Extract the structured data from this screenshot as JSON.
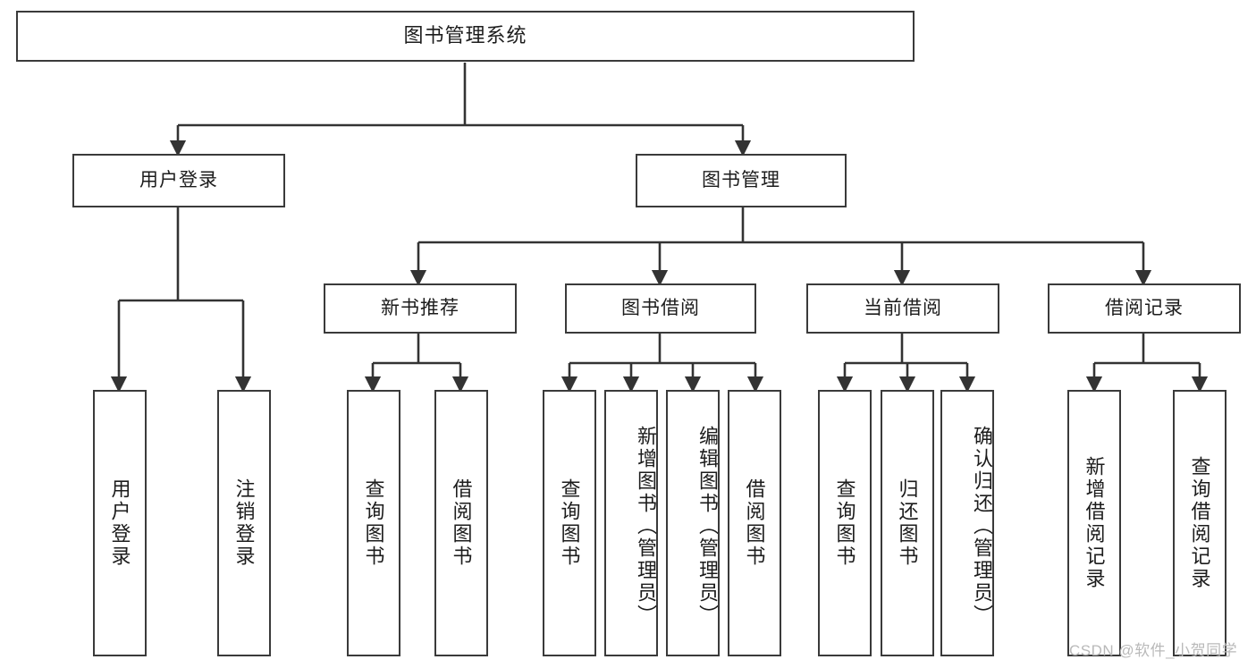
{
  "diagram": {
    "title": "图书管理系统",
    "type": "hierarchical-tree",
    "watermark": "CSDN @软件_小贺同学",
    "colors": {
      "box_border": "#3a3a3a",
      "box_fill": "#ffffff",
      "connector": "#333333",
      "text": "#1c1c1c",
      "watermark": "#b9b9b9"
    },
    "root": {
      "label": "图书管理系统"
    },
    "level2": [
      {
        "label": "用户登录"
      },
      {
        "label": "图书管理"
      }
    ],
    "level3": [
      {
        "label": "新书推荐"
      },
      {
        "label": "图书借阅"
      },
      {
        "label": "当前借阅"
      },
      {
        "label": "借阅记录"
      }
    ],
    "leaves": {
      "user_login": [
        {
          "label": "用户登录"
        },
        {
          "label": "注销登录"
        }
      ],
      "new_book_recommend": [
        {
          "label": "查询图书"
        },
        {
          "label": "借阅图书"
        }
      ],
      "book_borrow": [
        {
          "label": "查询图书"
        },
        {
          "label": "新增图书（管理员）"
        },
        {
          "label": "编辑图书（管理员）"
        },
        {
          "label": "借阅图书"
        }
      ],
      "current_borrow": [
        {
          "label": "查询图书"
        },
        {
          "label": "归还图书"
        },
        {
          "label": "确认归还（管理员）"
        }
      ],
      "borrow_record": [
        {
          "label": "新增借阅记录"
        },
        {
          "label": "查询借阅记录"
        }
      ]
    }
  }
}
